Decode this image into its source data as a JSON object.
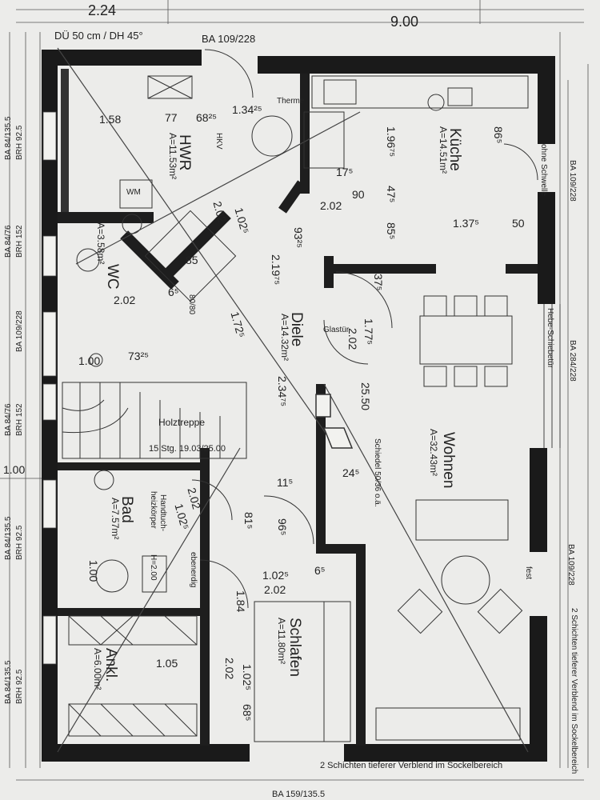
{
  "top": {
    "dim_left": "2.24",
    "dim_right": "9.00",
    "roof": "DÜ 50 cm / DH 45°",
    "window_top": "BA 109/228"
  },
  "rooms": {
    "kueche": {
      "name": "Küche",
      "area": "A=14.51m²"
    },
    "hwr": {
      "name": "HWR",
      "area": "A=11.53m²"
    },
    "wc": {
      "name": "WC",
      "area": "A=3.58m²"
    },
    "diele": {
      "name": "Diele",
      "area": "A=14.32m²"
    },
    "wohnen": {
      "name": "Wohnen",
      "area": "A=32.43m²"
    },
    "bad": {
      "name": "Bad",
      "area": "A=7.57m²"
    },
    "ankl": {
      "name": "Ankl.",
      "area": "A=6.00m²"
    },
    "schlafen": {
      "name": "Schlafen",
      "area": "A=11.80m²"
    }
  },
  "left_windows": [
    {
      "ba": "BA 84/135.5",
      "brh": "BRH 92.5"
    },
    {
      "ba": "BA 84/76",
      "brh": "BRH 152"
    },
    {
      "ba": "BA 109/228",
      "brh": ""
    },
    {
      "ba": "BA 84/76",
      "brh": "BRH 152"
    },
    {
      "ba": "BA 84/135.5",
      "brh": "BRH 92.5"
    },
    {
      "ba": "BA 84/135.5",
      "brh": "BRH 92.5"
    }
  ],
  "right_labels": {
    "ohne_schwelle": "ohne Schwelle",
    "ba1": "BA 109/228",
    "hebe": "Hebe-Schiebetür",
    "ba2": "BA 284/228",
    "ba3": "BA 109/228",
    "fest": "fest",
    "schichten": "2 Schichten tieferer Verblend im Sockelbereich"
  },
  "bottom_note": "2 Schichten tieferer Verblend im Sockelbereich",
  "bottom_ba": "BA 159/135.5",
  "misc": {
    "therme": "Therme",
    "hkv": "HKV",
    "wm": "WM",
    "glastuer": "Glastür",
    "holztreppe": "Holztreppe",
    "stufen": "15 Stg. 19.03/25.00",
    "schiedel": "Schiedel 50/36 o.ä.",
    "handtuch": "Handtuch-",
    "heizkoerper": "heizkörper",
    "ebenerdig": "ebenerdig",
    "h200": "H=2.00",
    "dusche": "80/80",
    "left_100": "1.00"
  },
  "dims": [
    "1.58",
    "77",
    "68²⁵",
    "1.34²⁵",
    "1.96⁷⁵",
    "17⁵",
    "90",
    "2.02",
    "47⁵",
    "85⁵",
    "86⁵",
    "1.37⁵",
    "50",
    "93²⁵",
    "2.19⁷⁵",
    "37⁵",
    "1.77⁵",
    "2.02",
    "2.34⁷⁵",
    "25.50",
    "24⁵",
    "11⁵",
    "96⁵",
    "1.02⁵",
    "6⁵",
    "2.02",
    "1.84",
    "1.05",
    "2.02",
    "1.02⁵",
    "68⁵",
    "81⁵",
    "1.00",
    "73²⁵",
    "1.72⁵",
    "1.02⁵",
    "2.02",
    "2.02",
    "1.00",
    "2.02",
    "1.02⁵",
    "85",
    "6⁵"
  ]
}
